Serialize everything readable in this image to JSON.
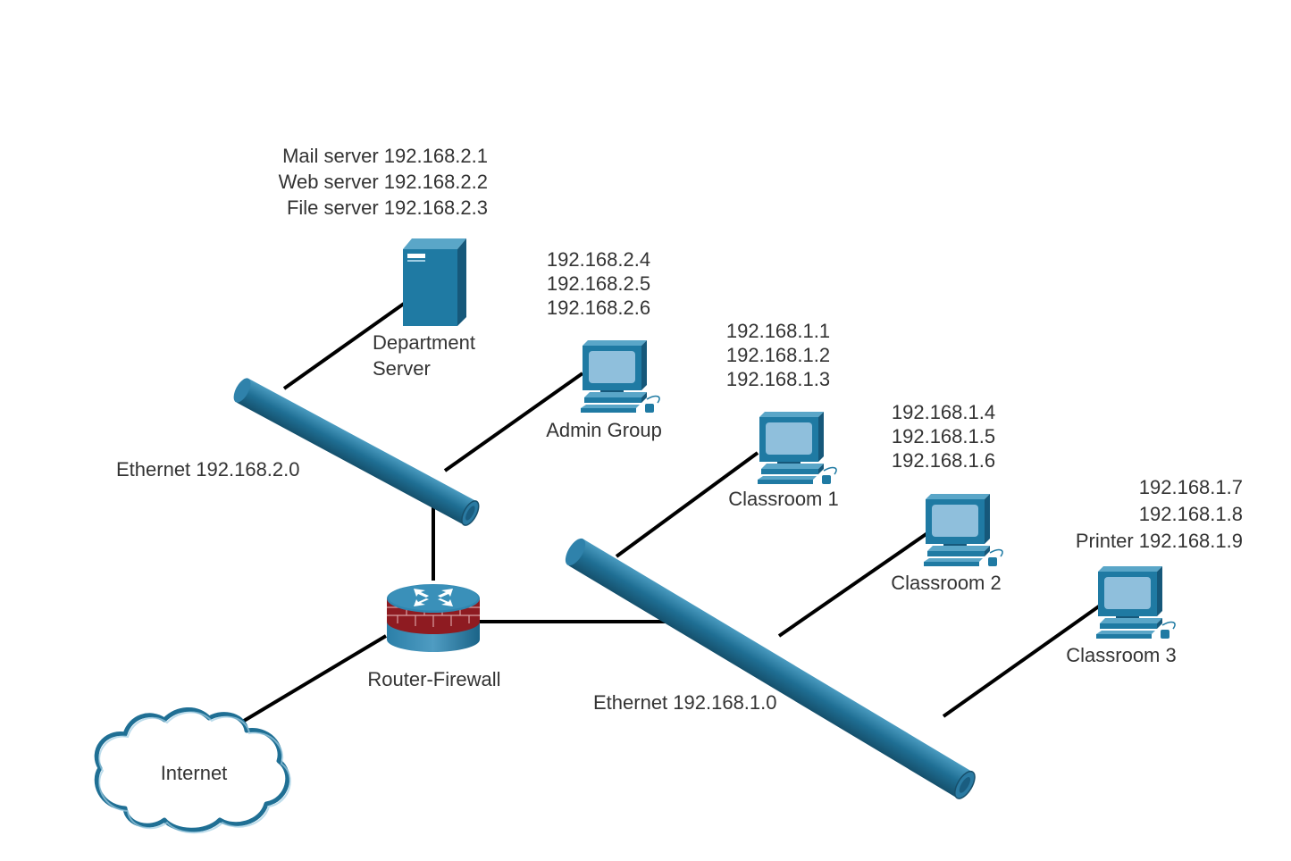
{
  "colors": {
    "cable": "#000000",
    "bus_main": "#1f6f94",
    "bus_light": "#3f8fb5",
    "device_main": "#1f7aa3",
    "device_dark": "#16587a",
    "device_light": "#5aa6c8",
    "screen": "#8fbfdc",
    "firewall_red": "#8e1b21",
    "cloud_stroke": "#1f6f94",
    "text": "#333333"
  },
  "buses": {
    "lan2": {
      "label": "Ethernet 192.168.2.0"
    },
    "lan1": {
      "label": "Ethernet 192.168.1.0"
    }
  },
  "server": {
    "icon": "server-tower-icon",
    "name_lines": [
      "Department",
      "Server"
    ],
    "ip_lines": [
      "Mail server 192.168.2.1",
      "Web server 192.168.2.2",
      "File server 192.168.2.3"
    ]
  },
  "admin": {
    "icon": "workstation-icon",
    "name": "Admin Group",
    "ip_lines": [
      "192.168.2.4",
      "192.168.2.5",
      "192.168.2.6"
    ]
  },
  "classroom1": {
    "icon": "workstation-icon",
    "name": "Classroom 1",
    "ip_lines": [
      "192.168.1.1",
      "192.168.1.2",
      "192.168.1.3"
    ]
  },
  "classroom2": {
    "icon": "workstation-icon",
    "name": "Classroom 2",
    "ip_lines": [
      "192.168.1.4",
      "192.168.1.5",
      "192.168.1.6"
    ]
  },
  "classroom3": {
    "icon": "workstation-icon",
    "name": "Classroom 3",
    "ip_lines": [
      "192.168.1.7",
      "192.168.1.8",
      "Printer 192.168.1.9"
    ]
  },
  "router": {
    "icon": "router-firewall-icon",
    "name": "Router-Firewall"
  },
  "cloud": {
    "icon": "cloud-icon",
    "name": "Internet"
  }
}
